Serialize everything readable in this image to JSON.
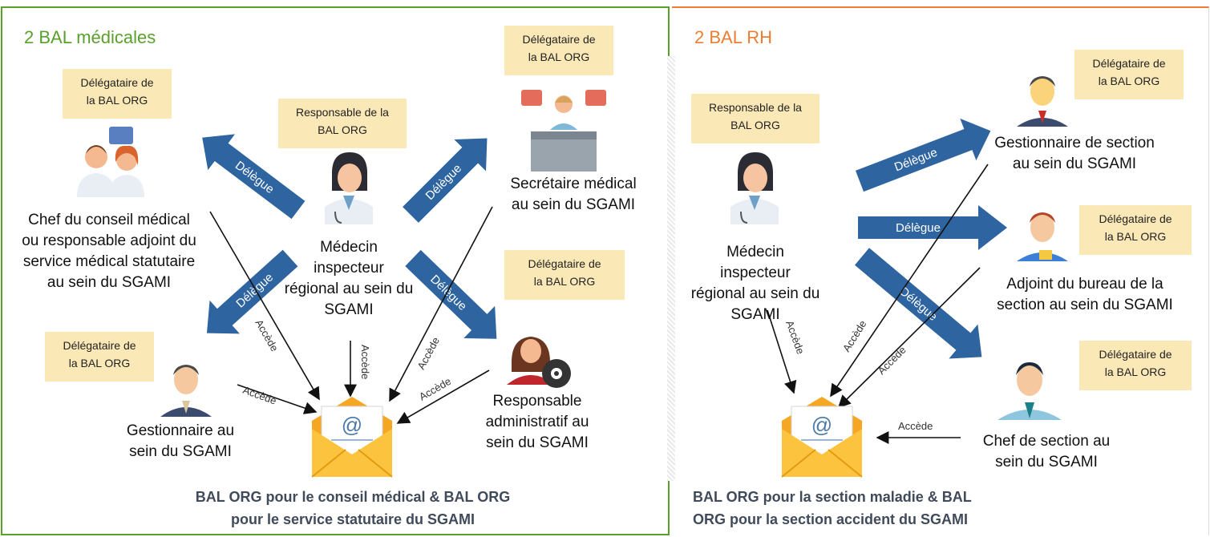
{
  "left": {
    "title": "2 BAL médicales",
    "tags": {
      "chef": [
        "Délégataire de",
        "la BAL ORG"
      ],
      "responsable": [
        "Responsable de la",
        "BAL ORG"
      ],
      "secretaire": [
        "Délégataire de",
        "la BAL ORG"
      ],
      "admin": [
        "Délégataire de",
        "la BAL ORG"
      ],
      "gestionnaire": [
        "Délégataire de",
        "la BAL ORG"
      ]
    },
    "roles": {
      "chef": [
        "Chef du conseil médical",
        "ou responsable adjoint du",
        "service médical statutaire",
        "au sein du SGAMI"
      ],
      "medecin": [
        "Médecin",
        "inspecteur",
        "régional au sein du",
        "SGAMI"
      ],
      "secretaire": [
        "Secrétaire médical",
        "au sein du SGAMI"
      ],
      "admin": [
        "Responsable",
        "administratif au",
        "sein du SGAMI"
      ],
      "gestionnaire": [
        "Gestionnaire au",
        "sein du SGAMI"
      ]
    },
    "caption": [
      "BAL ORG pour le conseil médical & BAL ORG",
      "pour le service statutaire du SGAMI"
    ]
  },
  "right": {
    "title": "2 BAL RH",
    "tags": {
      "responsable": [
        "Responsable de la",
        "BAL ORG"
      ],
      "gestionnaire": [
        "Délégataire de",
        "la BAL ORG"
      ],
      "adjoint": [
        "Délégataire de",
        "la BAL ORG"
      ],
      "chef": [
        "Délégataire de",
        "la BAL ORG"
      ]
    },
    "roles": {
      "medecin": [
        "Médecin",
        "inspecteur",
        "régional au sein du",
        "SGAMI"
      ],
      "gestionnaire": [
        "Gestionnaire de section",
        "au sein du SGAMI"
      ],
      "adjoint": [
        "Adjoint du bureau de la",
        "section au sein du SGAMI"
      ],
      "chef": [
        "Chef de section au",
        "sein du SGAMI"
      ]
    },
    "caption": [
      "BAL ORG pour la section maladie & BAL",
      "ORG pour la section accident du SGAMI"
    ]
  },
  "arrow_text": {
    "delegue": "Délègue",
    "accede": "Accède"
  },
  "colors": {
    "green": "#5aa02c",
    "orange": "#ed7d31",
    "arrow": "#2e64a0",
    "tag": "#fbe8b7"
  }
}
